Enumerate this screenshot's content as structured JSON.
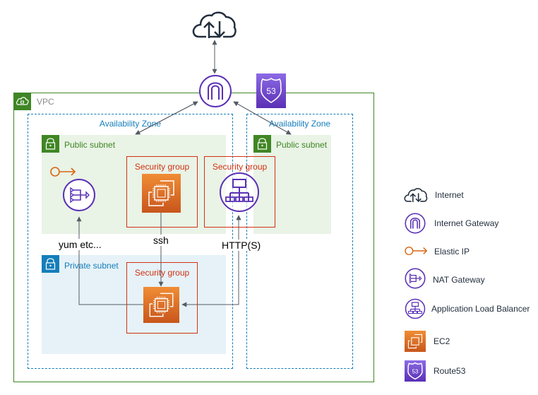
{
  "diagram": {
    "vpc": {
      "label": "VPC",
      "color": "#3f8624"
    },
    "availability_zones": [
      {
        "label": "Availability Zone"
      },
      {
        "label": "Availability Zone"
      }
    ],
    "subnets": {
      "public_left": {
        "label": "Public subnet"
      },
      "public_right": {
        "label": "Public subnet"
      },
      "private": {
        "label": "Private subnet"
      }
    },
    "security_groups": [
      {
        "label": "Security group",
        "contains": "EC2"
      },
      {
        "label": "Security group",
        "contains": "Application Load Balancer"
      },
      {
        "label": "Security group",
        "contains": "EC2"
      }
    ],
    "connections": [
      {
        "from": "Internet",
        "to": "Internet Gateway",
        "label": ""
      },
      {
        "from": "Internet Gateway",
        "to": "Availability Zone 1",
        "label": ""
      },
      {
        "from": "Internet Gateway",
        "to": "Availability Zone 2",
        "label": ""
      },
      {
        "from": "Private EC2",
        "to": "NAT Gateway",
        "label": "yum etc..."
      },
      {
        "from": "Public EC2",
        "to": "Private EC2",
        "label": "ssh"
      },
      {
        "from": "Application Load Balancer",
        "to": "Private EC2",
        "label": "HTTP(S)"
      }
    ],
    "labels": {
      "yum": "yum etc...",
      "ssh": "ssh",
      "http": "HTTP(S)"
    },
    "route53_badge": "53"
  },
  "legend": {
    "items": [
      {
        "icon": "internet-cloud-icon",
        "label": "Internet"
      },
      {
        "icon": "internet-gateway-icon",
        "label": "Internet Gateway"
      },
      {
        "icon": "elastic-ip-icon",
        "label": "Elastic IP"
      },
      {
        "icon": "nat-gateway-icon",
        "label": "NAT Gateway"
      },
      {
        "icon": "load-balancer-icon",
        "label": "Application Load Balancer"
      },
      {
        "icon": "ec2-icon",
        "label": "EC2"
      },
      {
        "icon": "route53-icon",
        "label": "Route53"
      }
    ]
  },
  "colors": {
    "vpc_green": "#3f8624",
    "az_blue": "#147eba",
    "security_red": "#d13212",
    "network_purple": "#5a30b5",
    "ec2_orange": "#e07b2a",
    "route53_purple": "#6b44c9",
    "arrow_gray": "#545b64"
  }
}
